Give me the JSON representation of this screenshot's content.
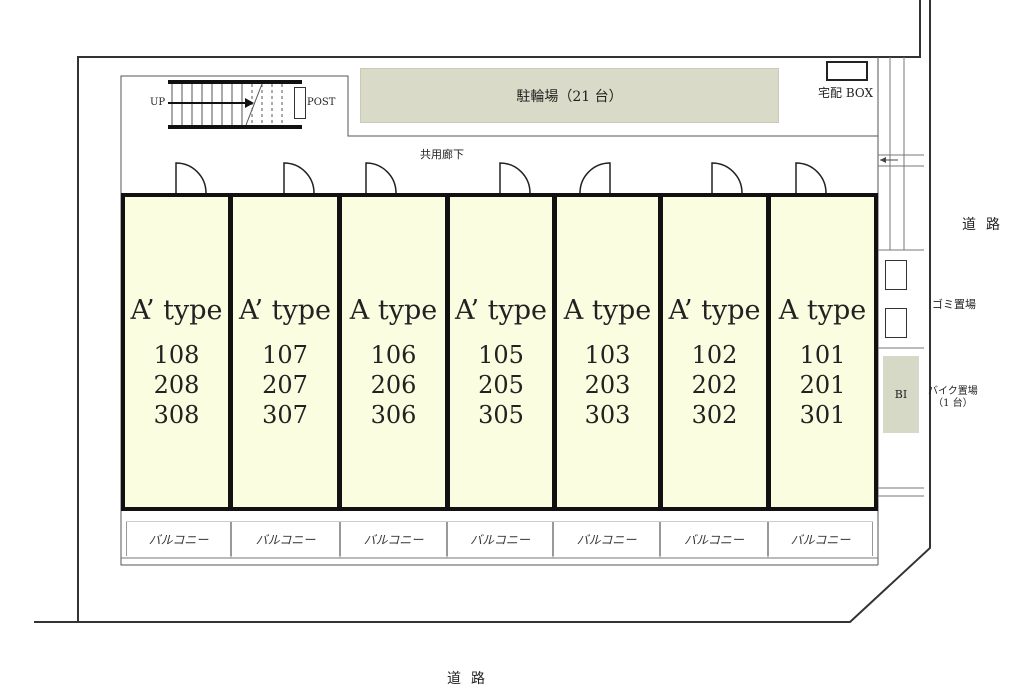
{
  "site": {
    "parking_label": "駐輪場（21 台）",
    "delivery_box_label": "宅配 BOX",
    "corridor_label": "共用廊下",
    "stair_up_label": "UP",
    "post_label": "POST",
    "road_east_label": "道路",
    "road_south_label": "道路",
    "trash_label": "ゴミ置場",
    "bike_parking_label": "バイク置場\n（1 台）",
    "bike_box_label": "BI",
    "balcony_label": "バルコニー"
  },
  "units": [
    {
      "type": "A’ type",
      "rooms": [
        "108",
        "208",
        "308"
      ]
    },
    {
      "type": "A’ type",
      "rooms": [
        "107",
        "207",
        "307"
      ]
    },
    {
      "type": "A type",
      "rooms": [
        "106",
        "206",
        "306"
      ]
    },
    {
      "type": "A’ type",
      "rooms": [
        "105",
        "205",
        "305"
      ]
    },
    {
      "type": "A type",
      "rooms": [
        "103",
        "203",
        "303"
      ]
    },
    {
      "type": "A’ type",
      "rooms": [
        "102",
        "202",
        "302"
      ]
    },
    {
      "type": "A type",
      "rooms": [
        "101",
        "201",
        "301"
      ]
    }
  ]
}
